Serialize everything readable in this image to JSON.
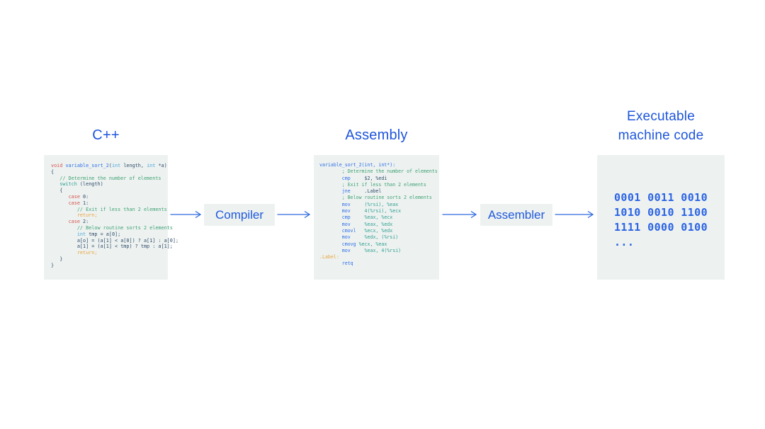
{
  "diagram": {
    "stages": {
      "cpp": {
        "title": "C++"
      },
      "assembly": {
        "title": "Assembly"
      },
      "machine": {
        "title_line1": "Executable",
        "title_line2": "machine code"
      }
    },
    "processors": {
      "compiler": "Compiler",
      "assembler": "Assembler"
    },
    "colors": {
      "heading_blue": "#1d55dc",
      "binary_blue": "#2b63e4",
      "arrow_blue": "#2e6ae0",
      "card_background": "#edf2f1",
      "keyword_red": "#d4544e",
      "function_blue": "#2e6de4",
      "type_cyan": "#4ba3d8",
      "comment_green": "#3fa173",
      "teal": "#2f9e8e",
      "return_orange": "#e9a23b",
      "plain_navy": "#2e4a66"
    }
  },
  "cpp_code": {
    "lines": [
      [
        [
          "kw",
          "void "
        ],
        [
          "fn",
          "variable_sort_2"
        ],
        [
          "plain",
          "("
        ],
        [
          "type",
          "int"
        ],
        [
          "plain",
          " length, "
        ],
        [
          "type",
          "int"
        ],
        [
          "plain",
          " *a)"
        ]
      ],
      [
        [
          "plain",
          "{"
        ]
      ],
      [
        [
          "cmt",
          "   // Determine the number of elements"
        ]
      ],
      [
        [
          "plain",
          "   "
        ],
        [
          "sw",
          "switch"
        ],
        [
          "plain",
          " (length)"
        ]
      ],
      [
        [
          "plain",
          "   {"
        ]
      ],
      [
        [
          "plain",
          "      "
        ],
        [
          "kw",
          "case"
        ],
        [
          "plain",
          " 0:"
        ]
      ],
      [
        [
          "plain",
          "      "
        ],
        [
          "kw",
          "case"
        ],
        [
          "plain",
          " 1:"
        ]
      ],
      [
        [
          "cmt",
          "         // Exit if less than 2 elements"
        ]
      ],
      [
        [
          "plain",
          "         "
        ],
        [
          "ret",
          "return;"
        ]
      ],
      [
        [
          "plain",
          "      "
        ],
        [
          "kw",
          "case"
        ],
        [
          "plain",
          " 2:"
        ]
      ],
      [
        [
          "cmt",
          "         // Below routine sorts 2 elements"
        ]
      ],
      [
        [
          "plain",
          "         "
        ],
        [
          "type",
          "int"
        ],
        [
          "plain",
          " tmp = a[0];"
        ]
      ],
      [
        [
          "plain",
          "         a[o] = (a[1] < a[0]) ? a[1] : a[0];"
        ]
      ],
      [
        [
          "plain",
          "         a[1] = (a[1] < tmp) ? tmp : a[1];"
        ]
      ],
      [
        [
          "plain",
          "         "
        ],
        [
          "ret",
          "return;"
        ]
      ],
      [
        [
          "plain",
          "   }"
        ]
      ],
      [
        [
          "plain",
          "}"
        ]
      ]
    ]
  },
  "asm_code": {
    "lines": [
      [
        [
          "fn",
          "variable_sort_2(int, int*):"
        ]
      ],
      [
        [
          "cmt",
          "        ; Determine the number of elements"
        ]
      ],
      [
        [
          "plain",
          "        "
        ],
        [
          "mn",
          "cmp"
        ],
        [
          "plain",
          "     $2, %edi"
        ]
      ],
      [
        [
          "cmt",
          "        ; Exit if less than 2 elements"
        ]
      ],
      [
        [
          "plain",
          "        "
        ],
        [
          "mn",
          "jne"
        ],
        [
          "plain",
          "     .Label"
        ]
      ],
      [
        [
          "cmt",
          "        ; Below routine sorts 2 elements"
        ]
      ],
      [
        [
          "plain",
          "        "
        ],
        [
          "mn",
          "mov"
        ],
        [
          "op",
          "     (%rsi), %eax"
        ]
      ],
      [
        [
          "plain",
          "        "
        ],
        [
          "mn",
          "mov"
        ],
        [
          "op",
          "     4(%rsi), %ecx"
        ]
      ],
      [
        [
          "plain",
          "        "
        ],
        [
          "mn",
          "cmp"
        ],
        [
          "op",
          "     %eax, %ecx"
        ]
      ],
      [
        [
          "plain",
          "        "
        ],
        [
          "mn",
          "mov"
        ],
        [
          "op",
          "     %eax, %edx"
        ]
      ],
      [
        [
          "plain",
          "        "
        ],
        [
          "mn",
          "cmovl"
        ],
        [
          "op",
          "   %ecx, %edx"
        ]
      ],
      [
        [
          "plain",
          "        "
        ],
        [
          "mn",
          "mov"
        ],
        [
          "op",
          "     %edx, (%rsi)"
        ]
      ],
      [
        [
          "plain",
          "        "
        ],
        [
          "mn",
          "cmovg"
        ],
        [
          "op",
          " %ecx, %eax"
        ]
      ],
      [
        [
          "plain",
          "        "
        ],
        [
          "mn",
          "mov"
        ],
        [
          "op",
          "     %eax, 4(%rsi)"
        ]
      ],
      [
        [
          "lbl",
          ".Label:"
        ]
      ],
      [
        [
          "plain",
          "        "
        ],
        [
          "mn",
          "retq"
        ]
      ]
    ]
  },
  "machine_code": {
    "lines": [
      "0001 0011 0010",
      "1010 0010 1100",
      "1111 0000 0100",
      "..."
    ]
  }
}
